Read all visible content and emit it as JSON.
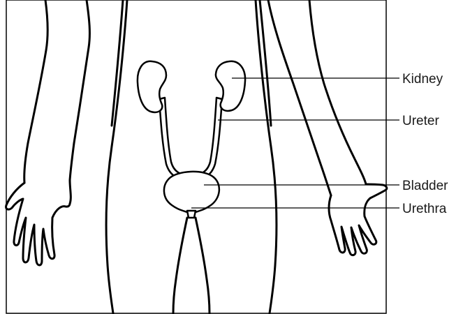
{
  "labels": {
    "kidney": "Kidney",
    "ureter": "Ureter",
    "bladder": "Bladder",
    "urethra": "Urethra"
  }
}
